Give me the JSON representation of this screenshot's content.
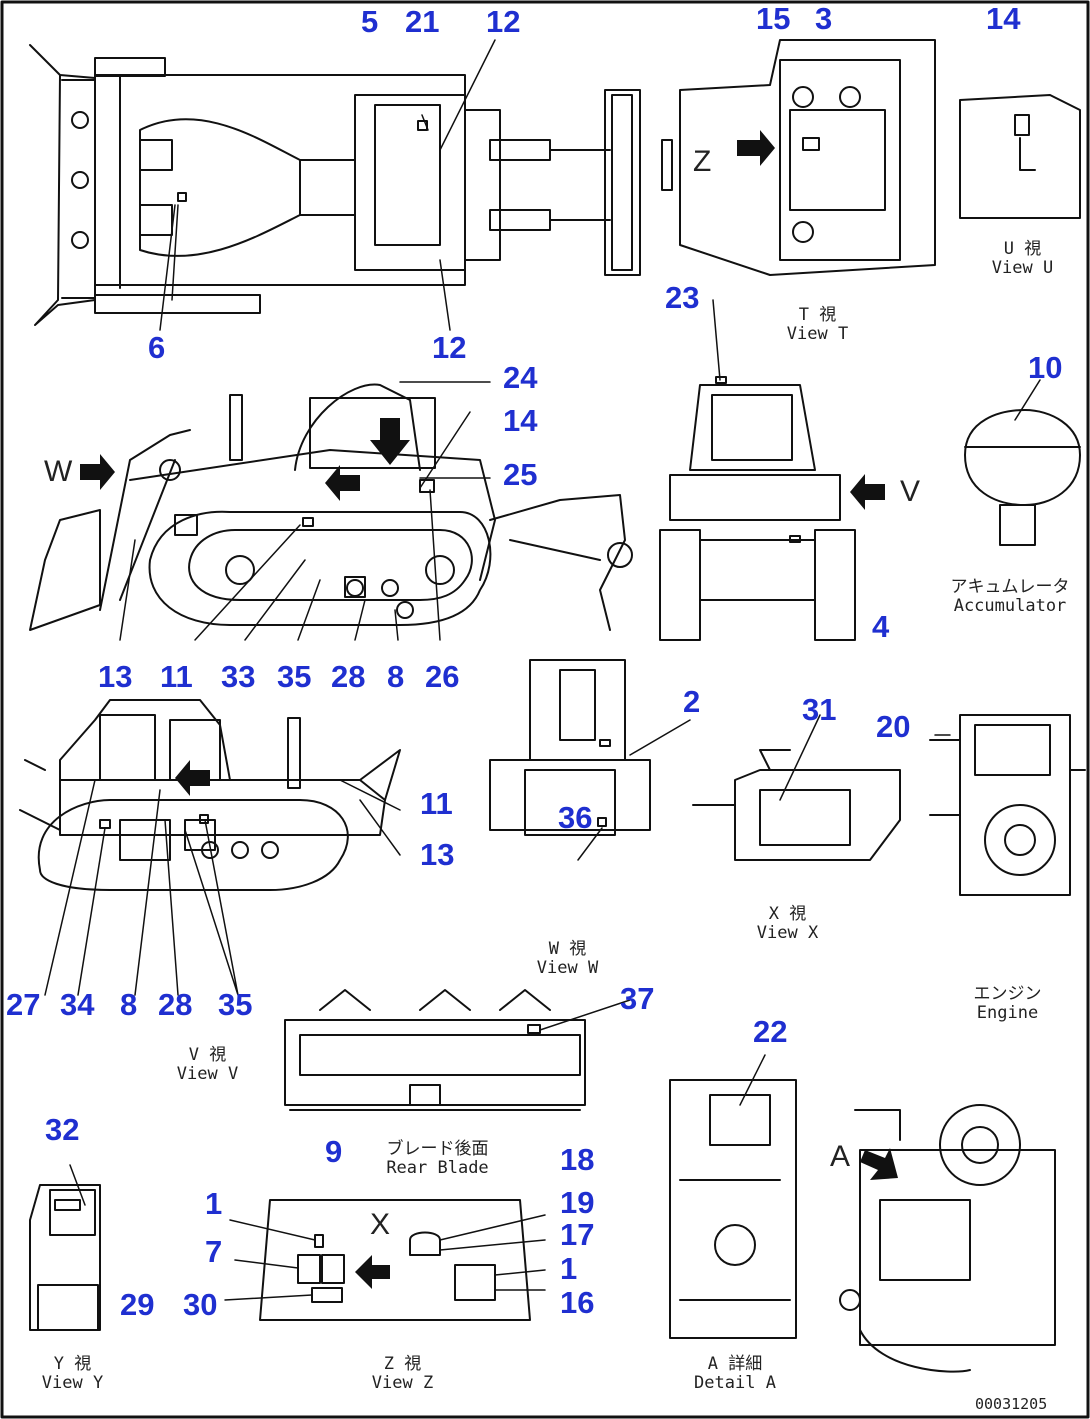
{
  "callouts": {
    "n1": "5",
    "n2": "21",
    "n3": "12",
    "n4": "15",
    "n5": "3",
    "n6": "14",
    "n7": "6",
    "n8": "12",
    "n9": "23",
    "n10": "24",
    "n11": "14",
    "n12": "25",
    "n13": "10",
    "n14": "13",
    "n15": "11",
    "n16": "33",
    "n17": "35",
    "n18": "28",
    "n19": "8",
    "n20": "26",
    "n21": "4",
    "n22": "2",
    "n23": "31",
    "n24": "20",
    "n25": "11",
    "n26": "13",
    "n27": "36",
    "n28": "27",
    "n29": "34",
    "n30": "8",
    "n31": "28",
    "n32": "35",
    "n33": "37",
    "n34": "22",
    "n35": "32",
    "n36": "9",
    "n37": "18",
    "n38": "19",
    "n39": "17",
    "n40": "1",
    "n41": "1",
    "n42": "7",
    "n43": "16",
    "n44": "29",
    "n45": "30"
  },
  "captions": {
    "view_u_jp": "U 視",
    "view_u_en": "View U",
    "view_t_jp": "T 視",
    "view_t_en": "View T",
    "accumulator_jp": "アキュムレータ",
    "accumulator_en": "Accumulator",
    "view_w_jp": "W 視",
    "view_w_en": "View W",
    "view_x_jp": "X 視",
    "view_x_en": "View X",
    "engine_jp": "エンジン",
    "engine_en": "Engine",
    "view_v_jp": "V 視",
    "view_v_en": "View V",
    "rear_blade_jp": "ブレード後面",
    "rear_blade_en": "Rear Blade",
    "view_y_jp": "Y 視",
    "view_y_en": "View Y",
    "view_z_jp": "Z 視",
    "view_z_en": "View Z",
    "detail_a_jp": "A 詳細",
    "detail_a_en": "Detail A"
  },
  "view_letters": {
    "w": "W",
    "v": "V",
    "z": "Z",
    "x": "X",
    "a": "A"
  },
  "drawing_ref": "00031205"
}
